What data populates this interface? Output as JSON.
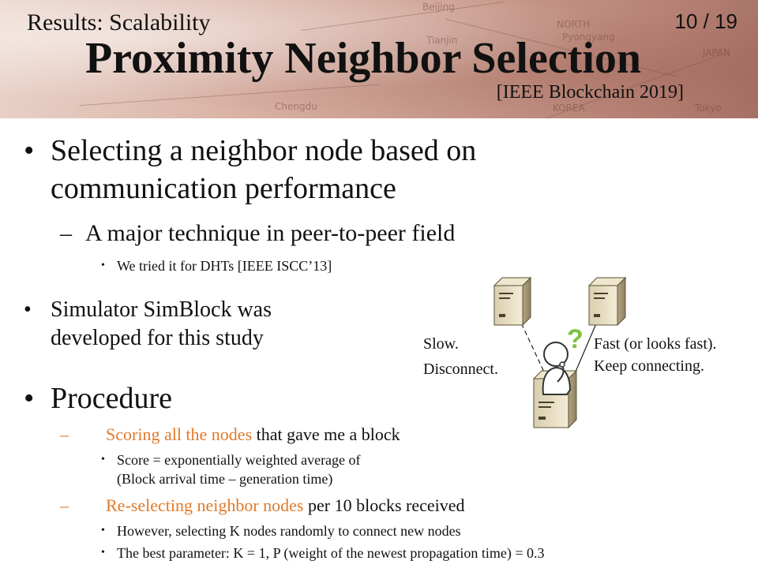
{
  "header": {
    "section": "Results: Scalability",
    "page": "10 / 19",
    "title": "Proximity Neighbor Selection",
    "citation": "[IEEE Blockchain 2019]",
    "map_labels": [
      "Beijing",
      "NORTH",
      "Pyongyang",
      "Tianjin",
      "JAPAN",
      "KOREA",
      "Chengdu",
      "Tokyo"
    ]
  },
  "bullets": {
    "b1_line1": "Selecting a neighbor node based on",
    "b1_line2": "communication performance",
    "b1_sub": "A major technique in peer-to-peer  field",
    "b1_subsub": "We tried it for DHTs [IEEE ISCC’13]",
    "b2_line1": "Simulator SimBlock was",
    "b2_line2": "developed  for this study",
    "b3": "Procedure",
    "p1_hl": "Scoring all the nodes",
    "p1_rest": " that gave me a block",
    "p1_sub_line1": "Score = exponentially weighted average of",
    "p1_sub_line2": "(Block arrival time – generation time)",
    "p2_hl": "Re-selecting neighbor nodes",
    "p2_rest": " per 10 blocks  received",
    "p2_sub1": "However, selecting K nodes randomly to connect new nodes",
    "p2_sub2": "The best parameter: K = 1, P (weight of the newest propagation time) = 0.3"
  },
  "diagram": {
    "left_line1": "Slow.",
    "left_line2": "Disconnect.",
    "right_line1": "Fast (or looks fast).",
    "right_line2": "Keep connecting.",
    "question_mark": "?",
    "question_color": "#7cc242"
  }
}
